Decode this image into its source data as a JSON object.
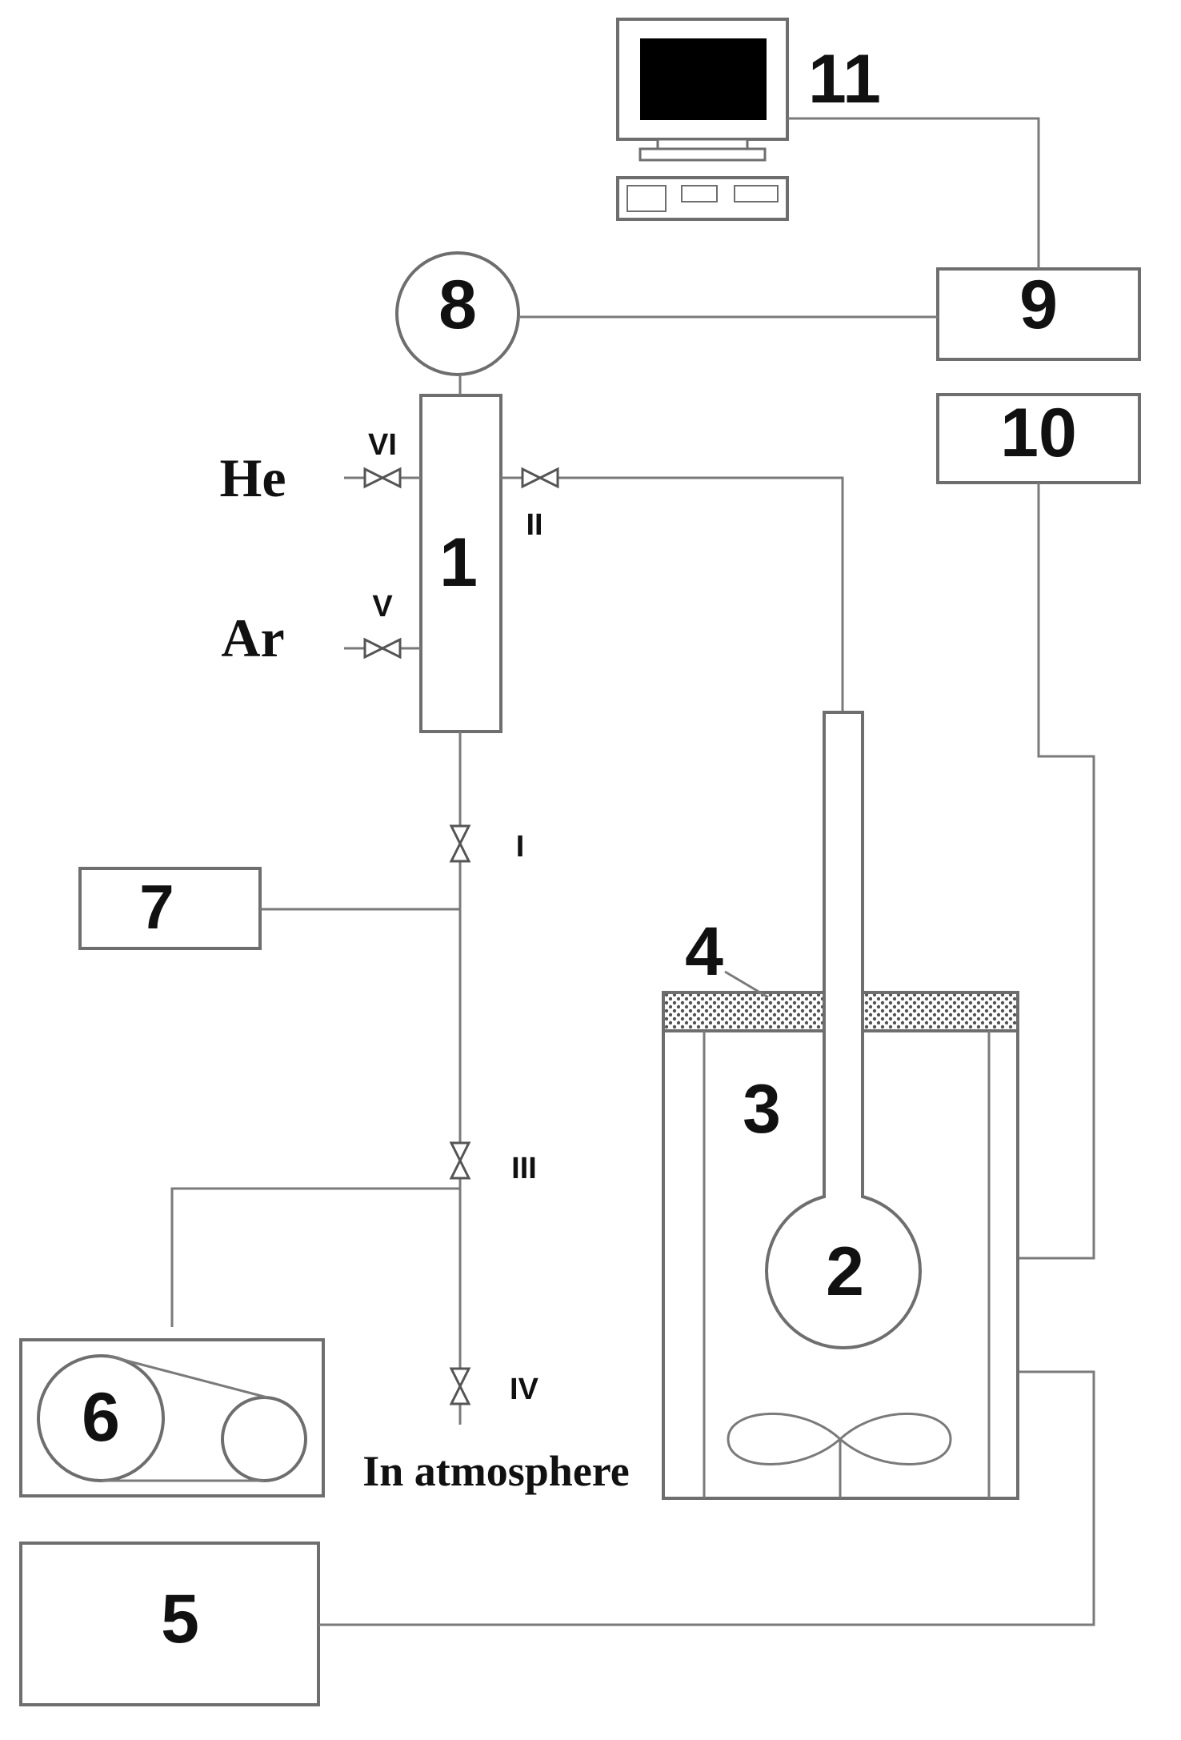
{
  "components": {
    "c1": "1",
    "c2": "2",
    "c3": "3",
    "c4": "4",
    "c5": "5",
    "c6": "6",
    "c7": "7",
    "c8": "8",
    "c9": "9",
    "c10": "10",
    "c11": "11"
  },
  "valves": {
    "v1": "I",
    "v2": "II",
    "v3": "III",
    "v4": "IV",
    "v5": "V",
    "v6": "VI"
  },
  "gases": {
    "helium": "He",
    "argon": "Ar"
  },
  "outlet_label": "In atmosphere"
}
